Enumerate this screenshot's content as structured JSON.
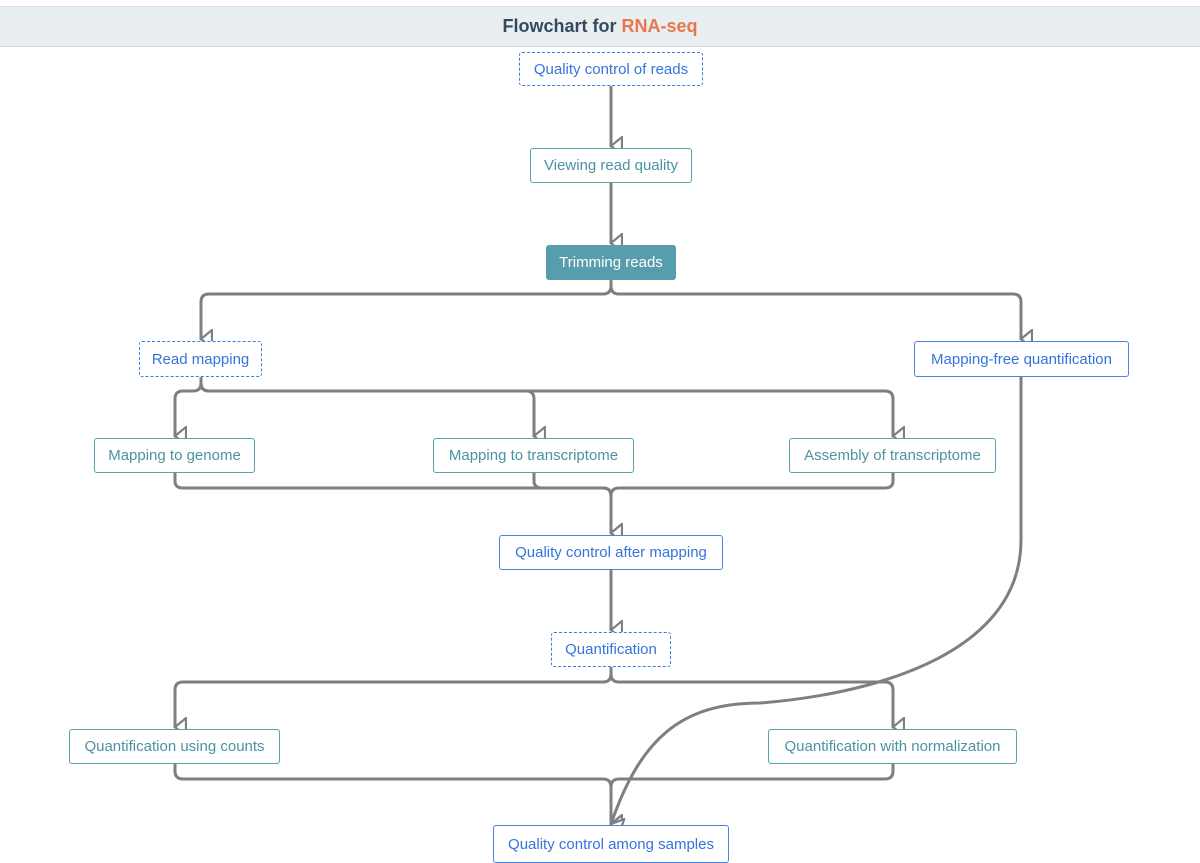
{
  "header": {
    "title_prefix": "Flowchart for",
    "title_accent": "RNA-seq"
  },
  "nodes": {
    "qc_reads": "Quality control of reads",
    "viewing": "Viewing read quality",
    "trimming": "Trimming reads",
    "read_mapping": "Read mapping",
    "mapping_free": "Mapping-free quantification",
    "map_genome": "Mapping to genome",
    "map_transcriptome": "Mapping to transcriptome",
    "assembly": "Assembly of transcriptome",
    "qc_after": "Quality control after mapping",
    "quantification": "Quantification",
    "quant_counts": "Quantification using counts",
    "quant_norm": "Quantification with normalization",
    "qc_samples": "Quality control among samples"
  },
  "colors": {
    "accent": "#e8774d",
    "link_blue": "#3574de",
    "teal": "#4b93a0",
    "filled": "#589dae",
    "edge": "#7f7f7f"
  }
}
